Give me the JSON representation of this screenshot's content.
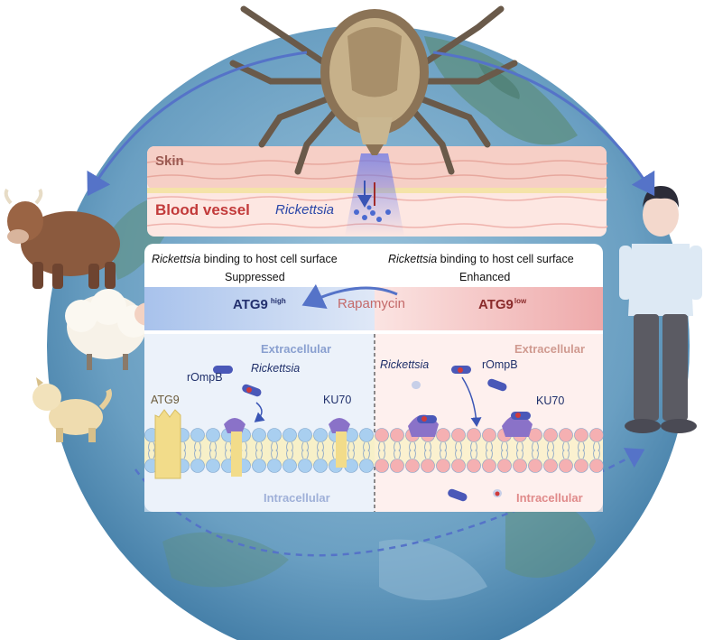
{
  "skin_label": "Skin",
  "blood_vessel_label": "Blood vessel",
  "rickettsia_label": "Rickettsia",
  "left_panel": {
    "binding_italic": "Rickettsia",
    "binding_rest": " binding to host cell surface",
    "status": "Suppressed",
    "atg9": "ATG9",
    "atg9_level": "high",
    "extracellular": "Extracellular",
    "intracellular": "Intracellular",
    "rompb": "rOmpB",
    "rickettsia": "Rickettsia",
    "atg9_protein": "ATG9",
    "ku70": "KU70"
  },
  "right_panel": {
    "binding_italic": "Rickettsia",
    "binding_rest": " binding to host cell surface",
    "status": "Enhanced",
    "atg9": "ATG9",
    "atg9_level": "low",
    "extracellular": "Extracellular",
    "intracellular": "Intracellular",
    "rompb": "rOmpB",
    "rickettsia": "Rickettsia",
    "ku70": "KU70"
  },
  "rapamycin_label": "Rapamycin",
  "colors": {
    "globe_ocean": "#6fa3c4",
    "globe_land": "#5e8f80",
    "skin": "#f6cfc6",
    "blood_vessel": "#fbe3df",
    "left_panel_tint": "#dfe8f7",
    "right_panel_tint": "#fbe4e2",
    "atg9_high_band": "#b9cdee",
    "atg9_low_band": "#f0b8b8",
    "rickettsia": "#2a47a8",
    "lipid_blue": "#a9cff0",
    "lipid_pink": "#f5b0b2",
    "ku70": "#8a72c8",
    "atg9_protein": "#f2dc8a",
    "arrow": "#5573c8"
  },
  "icons": [
    "tick-icon",
    "cow-icon",
    "sheep-icon",
    "dog-icon",
    "human-icon",
    "globe-icon"
  ]
}
